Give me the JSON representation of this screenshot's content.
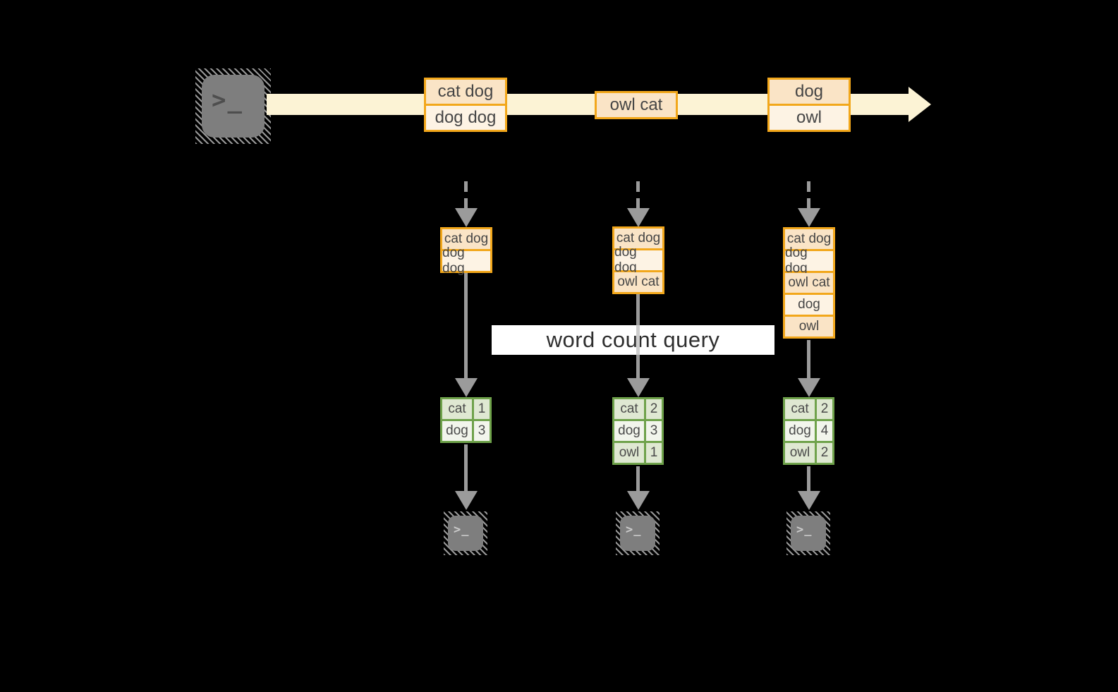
{
  "colors": {
    "background": "#000000",
    "stream_band": "#FCF3D5",
    "orange_border": "#F2A71B",
    "cell_peach": "#FAE4C6",
    "cell_cream": "#FDF3E4",
    "green_border": "#6FA24B",
    "cell_sage": "#DFE8D2",
    "cell_white_green": "#F2F5EC",
    "arrow_gray": "#9B9B9B",
    "terminal_gray": "#7E7E7E",
    "banner_bg": "#FFFFFF"
  },
  "icons": {
    "prompt_glyph": ">_"
  },
  "banner": {
    "label": "word count query"
  },
  "stream": {
    "events": [
      {
        "lines": [
          "cat dog",
          "dog dog"
        ]
      },
      {
        "lines": [
          "owl cat"
        ]
      },
      {
        "lines": [
          "dog",
          "owl"
        ]
      }
    ]
  },
  "columns": [
    {
      "input_lines": [
        "cat dog",
        "dog dog"
      ],
      "counts": [
        {
          "word": "cat",
          "count": "1"
        },
        {
          "word": "dog",
          "count": "3"
        }
      ]
    },
    {
      "input_lines": [
        "cat dog",
        "dog dog",
        "owl cat"
      ],
      "counts": [
        {
          "word": "cat",
          "count": "2"
        },
        {
          "word": "dog",
          "count": "3"
        },
        {
          "word": "owl",
          "count": "1"
        }
      ]
    },
    {
      "input_lines": [
        "cat dog",
        "dog dog",
        "owl cat",
        "dog",
        "owl"
      ],
      "counts": [
        {
          "word": "cat",
          "count": "2"
        },
        {
          "word": "dog",
          "count": "4"
        },
        {
          "word": "owl",
          "count": "2"
        }
      ]
    }
  ]
}
